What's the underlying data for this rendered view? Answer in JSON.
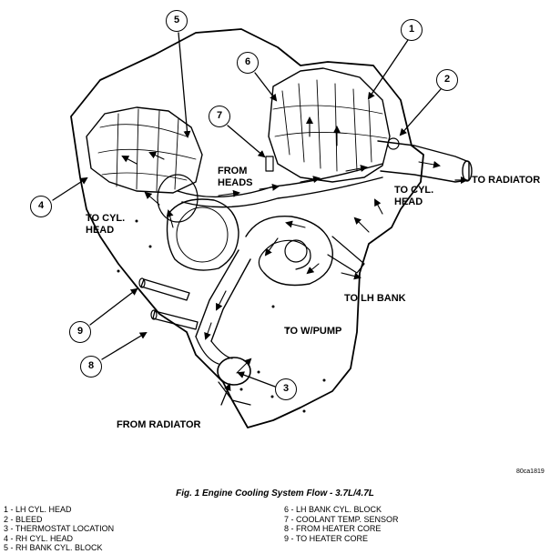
{
  "flow_labels": {
    "to_radiator": "TO RADIATOR",
    "from_heads": "FROM\nHEADS",
    "to_cyl_head_right": "TO CYL.\nHEAD",
    "to_cyl_head_left": "TO CYL.\nHEAD",
    "to_lh_bank": "TO LH BANK",
    "to_w_pump": "TO W/PUMP",
    "from_radiator": "FROM RADIATOR"
  },
  "callouts": {
    "c1": "1",
    "c2": "2",
    "c3": "3",
    "c4": "4",
    "c5": "5",
    "c6": "6",
    "c7": "7",
    "c8": "8",
    "c9": "9"
  },
  "figure_code": "80ca1819",
  "caption": "Fig. 1 Engine Cooling System Flow - 3.7L/4.7L",
  "legend_left": [
    "1 - LH CYL. HEAD",
    "2 - BLEED",
    "3 - THERMOSTAT LOCATION",
    "4 - RH CYL. HEAD",
    "5 - RH BANK CYL. BLOCK"
  ],
  "legend_right": [
    "6 - LH BANK CYL. BLOCK",
    "7 - COOLANT TEMP. SENSOR",
    "8 - FROM HEATER CORE",
    "9 - TO HEATER CORE"
  ]
}
